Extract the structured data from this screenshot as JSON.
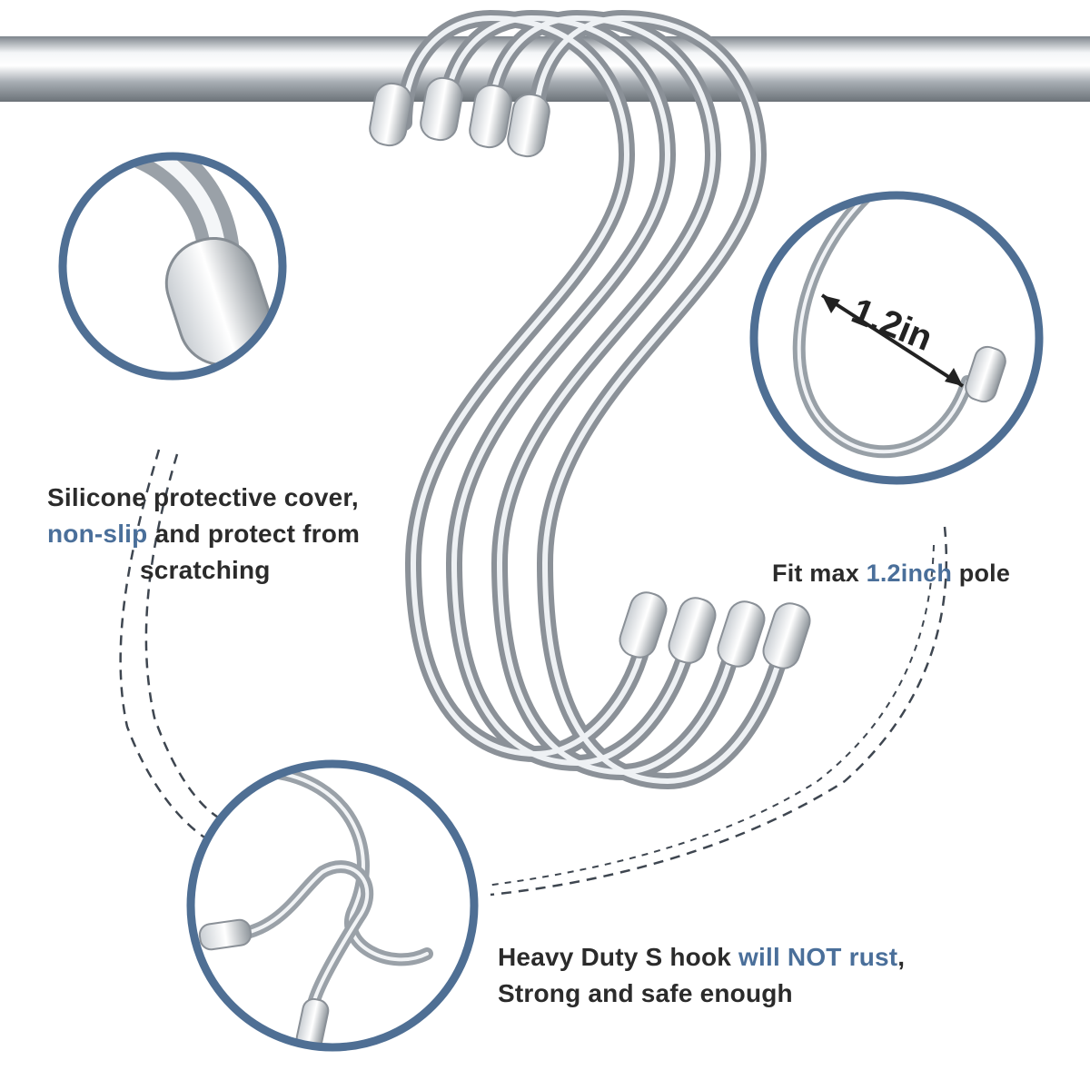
{
  "captions": {
    "silicone": {
      "line1": "Silicone protective cover,",
      "line2_accent": "non-slip",
      "line2_rest": " and protect from",
      "line3": "scratching"
    },
    "fit": {
      "prefix": "Fit max ",
      "accent": "1.2inch",
      "suffix": " pole"
    },
    "heavy": {
      "prefix": "Heavy Duty S hook ",
      "accent": "will NOT rust",
      "suffix": ",",
      "line2": "Strong and safe enough"
    }
  },
  "dimension_label": "1.2in",
  "colors": {
    "accent": "#4a6f9a",
    "circle_border": "#4f6f94",
    "text": "#2b2b2b",
    "steel_light": "#f4f6f8",
    "steel_dark": "#6f757c"
  }
}
